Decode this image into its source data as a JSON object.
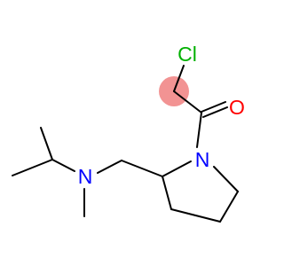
{
  "molecule": {
    "atoms": {
      "chlorine": {
        "label": "Cl",
        "color": "#00b000"
      },
      "oxygen": {
        "label": "O",
        "color": "#ff0000"
      },
      "ring_nitrogen": {
        "label": "N",
        "color": "#0000ff"
      },
      "amine_nitrogen": {
        "label": "N",
        "color": "#0000ff"
      }
    },
    "highlight": {
      "color": "#f08080",
      "atoms": [
        "chloromethyl-carbon"
      ]
    }
  }
}
